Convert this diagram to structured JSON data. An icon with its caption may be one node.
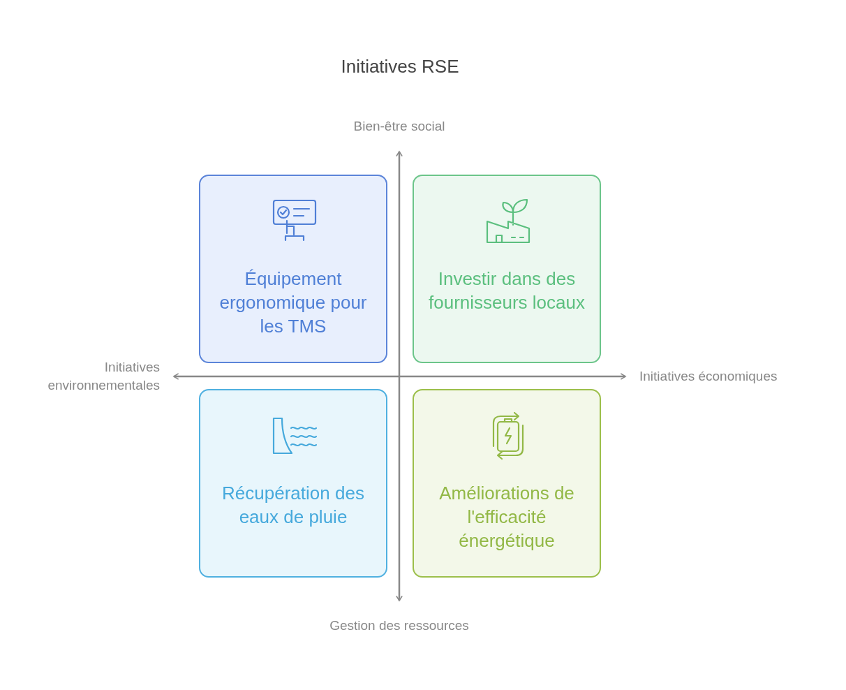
{
  "diagram": {
    "title": "Initiatives RSE",
    "nodes": [
      {
        "text": [
          "Équipement ergonomique pour les TMS"
        ]
      },
      {
        "text": [
          "Investir dans des fournisseurs locaux"
        ]
      },
      {
        "text": [
          "Récupération des eaux de pluie"
        ]
      },
      {
        "text": [
          "Améliorations de l'efficacité énergétique"
        ]
      }
    ],
    "edges": [],
    "labels": [
      "Bien-être social",
      "Initiatives environnementales",
      "Initiatives économiques",
      "Gestion des ressources"
    ]
  }
}
